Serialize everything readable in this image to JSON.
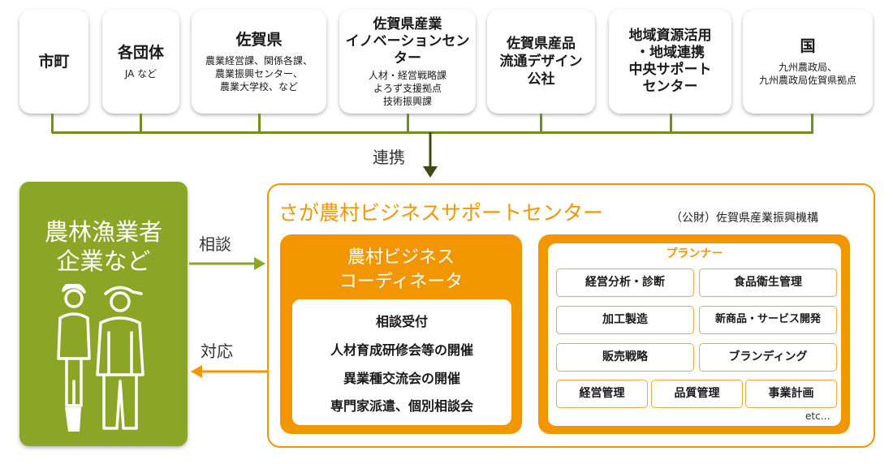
{
  "partners": [
    {
      "title": "市町",
      "subtitle": ""
    },
    {
      "title": "各団体",
      "subtitle": "JA など"
    },
    {
      "title": "佐賀県",
      "subtitle": "農業経営課、関係各課、\n農業振興センター、\n農業大学校、など"
    },
    {
      "title": "佐賀県産業\nイノベーションセンター",
      "subtitle": "人材・経営戦略課\nよろず支援拠点\n技術振興課"
    },
    {
      "title": "佐賀県産品\n流通デザイン\n公社",
      "subtitle": ""
    },
    {
      "title": "地域資源活用\n・地域連携\n中央サポート\nセンター",
      "subtitle": ""
    },
    {
      "title": "国",
      "subtitle": "九州農政局、\n九州農政局佐賀県拠点"
    }
  ],
  "link_label": "連携",
  "client": {
    "title": "農林漁業者\n企業など"
  },
  "consult_label": "相談",
  "response_label": "対応",
  "center": {
    "title": "さが農村ビジネスサポートセンター",
    "organization": "（公財）佐賀県産業振興機構"
  },
  "coordinator": {
    "title": "農村ビジネス\nコーディネータ",
    "services": [
      "相談受付",
      "人材育成研修会等の開催",
      "異業種交流会の開催",
      "専門家派遣、個別相談会"
    ]
  },
  "planner": {
    "title": "プランナー",
    "tags": [
      "経営分析・診断",
      "食品衛生管理",
      "加工製造",
      "新商品・サービス開発",
      "販売戦略",
      "ブランディング",
      "経営管理",
      "品質管理",
      "事業計画"
    ],
    "more": "etc…"
  },
  "colors": {
    "green": "#8ba626",
    "orange": "#f29600",
    "line": "#6e8f1e"
  }
}
